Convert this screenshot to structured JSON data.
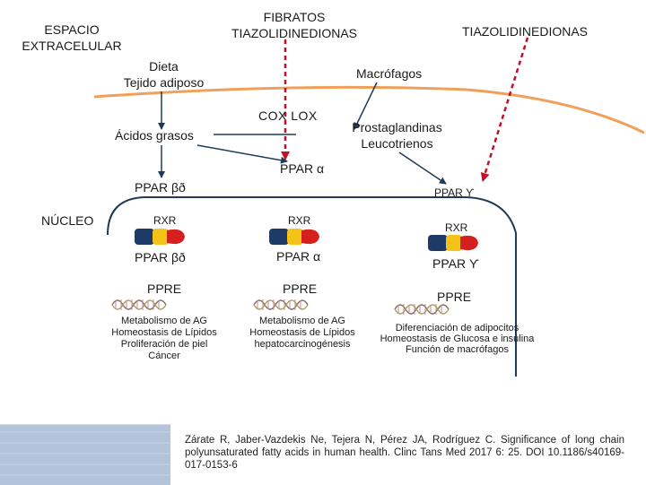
{
  "labels": {
    "extracellular": "ESPACIO\nEXTRACELULAR",
    "fibrates": "FIBRATOS\nTIAZOLIDINEDIONAS",
    "tzd_right": "TIAZOLIDINEDIONAS",
    "diet": "Dieta\nTejido adiposo",
    "macrophages": "Macrófagos",
    "cox_lox": "COX LOX",
    "fatty_acids": "Ácidos grasos",
    "prostaglandins": "Prostaglandinas\nLeucotrienos",
    "ppar_alpha_top": "PPAR α",
    "ppar_bd_top": "PPAR βð",
    "ppar_gamma_top": "PPAR ϒ",
    "nucleus": "NÚCLEO"
  },
  "columns": [
    {
      "rxr": "RXR",
      "ppar": "PPAR βð",
      "ppre": "PPRE",
      "effects": "Metabolismo de AG\nHomeostasis de Lípidos\nProliferación de piel\nCáncer"
    },
    {
      "rxr": "RXR",
      "ppar": "PPAR α",
      "ppre": "PPRE",
      "effects": "Metabolismo de AG\nHomeostasis de Lípidos\nhepatocarcinogénesis"
    },
    {
      "rxr": "RXR",
      "ppar": "PPAR ϒ",
      "ppre": "PPRE",
      "effects": "Diferenciación de adipocitos\nHomeostasis de Glucosa e insulina\nFunción de macrófagos"
    }
  ],
  "citation": "Zárate R, Jaber-Vazdekis Ne, Tejera N, Pérez JA, Rodríguez C. Significance of long chain polyunsaturated fatty acids in human health. Clinc Tans Med 2017 6: 25. DOI 10.1186/s40169-017-0153-6",
  "colors": {
    "membrane": "#f0a05a",
    "nucleus_line": "#1f3b5a",
    "blue_arrow": "#1f3b5a",
    "red_arrow": "#c0102a",
    "receptor_navy": "#1e3a66",
    "receptor_yellow": "#f3c417",
    "receptor_red": "#d62020",
    "footer": "#b3c3d9"
  }
}
